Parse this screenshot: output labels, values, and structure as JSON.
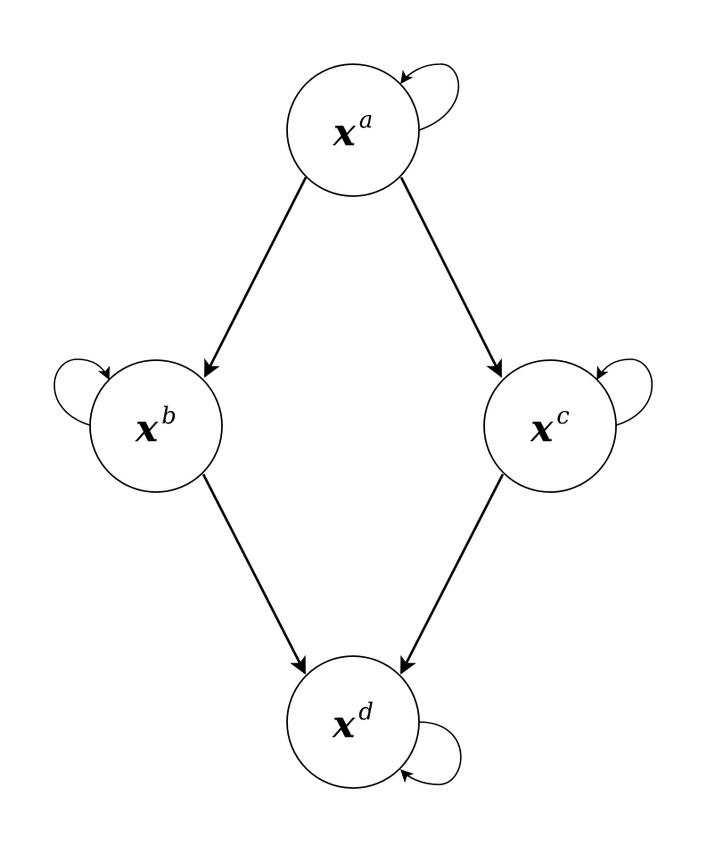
{
  "diagram": {
    "nodes": [
      {
        "id": "a",
        "base": "x",
        "sup": "a"
      },
      {
        "id": "b",
        "base": "x",
        "sup": "b"
      },
      {
        "id": "c",
        "base": "x",
        "sup": "c"
      },
      {
        "id": "d",
        "base": "x",
        "sup": "d"
      }
    ],
    "edges": [
      {
        "from": "a",
        "to": "b"
      },
      {
        "from": "a",
        "to": "c"
      },
      {
        "from": "b",
        "to": "d"
      },
      {
        "from": "c",
        "to": "d"
      }
    ],
    "self_loops": [
      "a",
      "b",
      "c",
      "d"
    ]
  }
}
